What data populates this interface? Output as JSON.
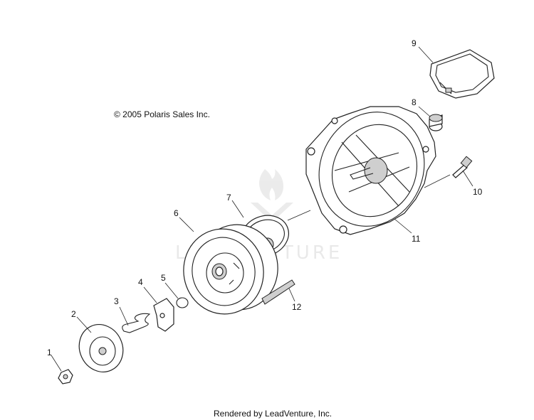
{
  "copyright": "© 2005 Polaris Sales Inc.",
  "footer": "Rendered by LeadVenture, Inc.",
  "watermark": "LEADVENTURE",
  "callouts": [
    "1",
    "2",
    "3",
    "4",
    "5",
    "6",
    "7",
    "8",
    "9",
    "10",
    "11",
    "12"
  ]
}
